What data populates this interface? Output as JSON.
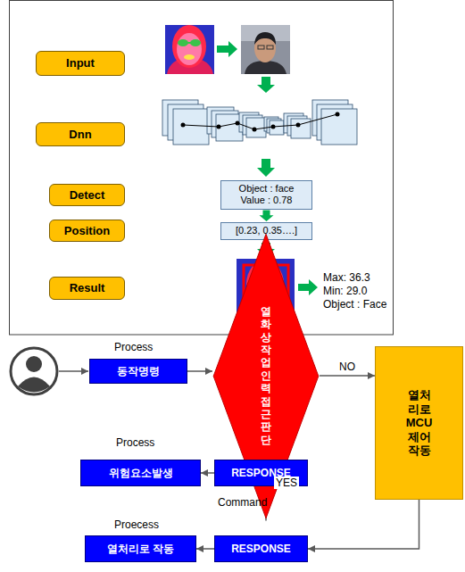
{
  "diagram": {
    "nodes": [
      {
        "text": [
          "Input"
        ]
      },
      {
        "text": [
          "Dnn"
        ]
      },
      {
        "text": [
          "Detect"
        ]
      },
      {
        "text": [
          "Position"
        ]
      },
      {
        "text": [
          "Result"
        ]
      },
      {
        "text": [
          "Object : face",
          "Value : 0.78"
        ]
      },
      {
        "text": [
          "[0.23, 0.35….]"
        ]
      },
      {
        "text": [
          "동작명령"
        ]
      },
      {
        "text": [
          "열화상 작업인력 접근판단"
        ]
      },
      {
        "text": [
          "열처리로 MCU 제어작동"
        ]
      },
      {
        "text": [
          "위험요소발생"
        ]
      },
      {
        "text": [
          "RESPONSE"
        ]
      },
      {
        "text": [
          "열처리로 작동"
        ]
      },
      {
        "text": [
          "RESPONSE"
        ]
      }
    ],
    "edges": [
      {
        "from": 5,
        "to": 6,
        "arrow": "to"
      },
      {
        "from": 7,
        "to": 8,
        "arrow": "to"
      },
      {
        "from": 8,
        "to": 9,
        "label": "NO",
        "arrow": "to"
      },
      {
        "from": 8,
        "to": 11,
        "label": "YES",
        "arrow": "to"
      },
      {
        "from": 11,
        "to": 10,
        "arrow": "to"
      },
      {
        "from": 9,
        "to": 13,
        "arrow": "to"
      },
      {
        "from": 13,
        "to": 12,
        "arrow": "to"
      }
    ],
    "labels": [
      "Max: 36.3",
      "Min: 29.0",
      "Object : Face",
      "Process",
      "Process",
      "Command",
      "Proecess"
    ]
  }
}
